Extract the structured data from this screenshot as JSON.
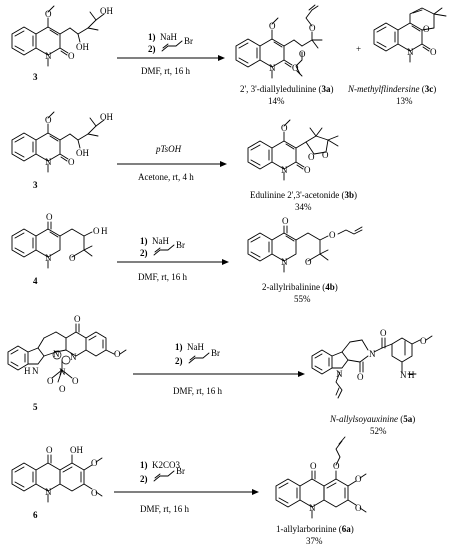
{
  "reactions": [
    {
      "id": "r1",
      "start_label": "3",
      "reagents": [
        {
          "step": "1)",
          "text": "NaH"
        },
        {
          "step": "2)",
          "text": "Br"
        }
      ],
      "condition": "DMF, rt, 16 h",
      "products": [
        {
          "name": "2', 3'-diallyledulinine",
          "code": "3a",
          "yield": "14%"
        },
        {
          "name": "N-methylflindersine",
          "code": "3c",
          "yield": "13%"
        }
      ],
      "plus": "+"
    },
    {
      "id": "r2",
      "start_label": "3",
      "reagents": [
        {
          "step": "",
          "text": "pTsOH"
        }
      ],
      "condition": "Acetone, rt, 4 h",
      "products": [
        {
          "name": "Edulinine 2',3'-acetonide",
          "code": "3b",
          "yield": "34%"
        }
      ]
    },
    {
      "id": "r3",
      "start_label": "4",
      "reagents": [
        {
          "step": "1)",
          "text": "NaH"
        },
        {
          "step": "2)",
          "text": "Br"
        }
      ],
      "condition": "DMF, rt, 16 h",
      "products": [
        {
          "name": "2-allylribalinine",
          "code": "4b",
          "yield": "55%"
        }
      ]
    },
    {
      "id": "r4",
      "start_label": "5",
      "reagents": [
        {
          "step": "1)",
          "text": "NaH"
        },
        {
          "step": "2)",
          "text": "Br"
        }
      ],
      "condition": "DMF, rt, 16 h",
      "products": [
        {
          "name": "N-allylsoyauxinine",
          "code": "5a",
          "yield": "52%"
        }
      ]
    },
    {
      "id": "r5",
      "start_label": "6",
      "reagents": [
        {
          "step": "1)",
          "text": "K2CO3"
        },
        {
          "step": "2)",
          "text": "Br"
        }
      ],
      "condition": "DMF, rt, 16 h",
      "products": [
        {
          "name": "1-allylarborinine",
          "code": "6a",
          "yield": "37%"
        }
      ]
    }
  ],
  "atoms": {
    "O": "O",
    "N": "N",
    "H": "H",
    "OH": "OH"
  }
}
